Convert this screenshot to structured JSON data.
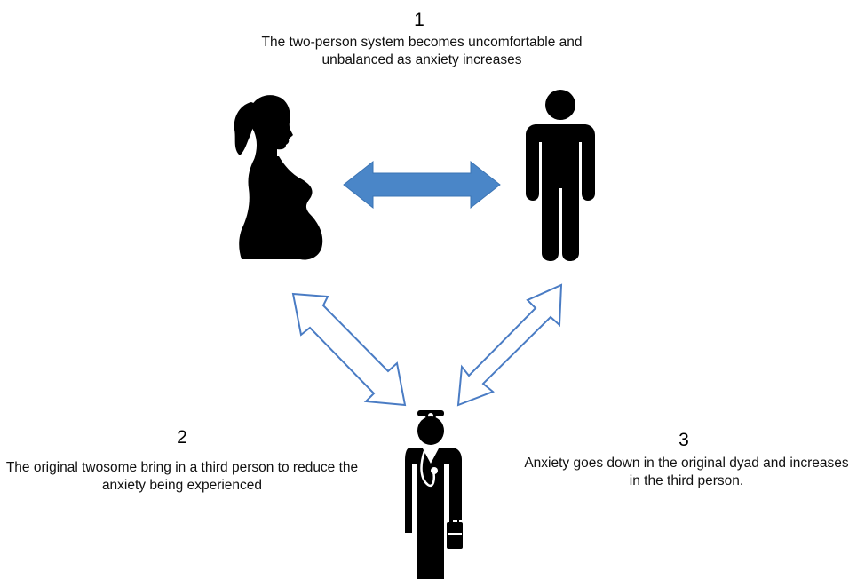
{
  "steps": [
    {
      "number": "1",
      "text": "The two-person system becomes uncomfortable and unbalanced as anxiety increases"
    },
    {
      "number": "2",
      "text": "The original twosome bring in a third person to reduce the anxiety being experienced"
    },
    {
      "number": "3",
      "text": "Anxiety goes down in the original dyad and increases in the third person."
    }
  ],
  "colors": {
    "primary_arrow_fill": "#4a86c8",
    "outline_arrow_stroke": "#4a7cc4",
    "silhouette": "#000000"
  },
  "icons": {
    "person_a": "pregnant-woman-icon",
    "person_b": "man-icon",
    "person_c": "doctor-icon"
  }
}
